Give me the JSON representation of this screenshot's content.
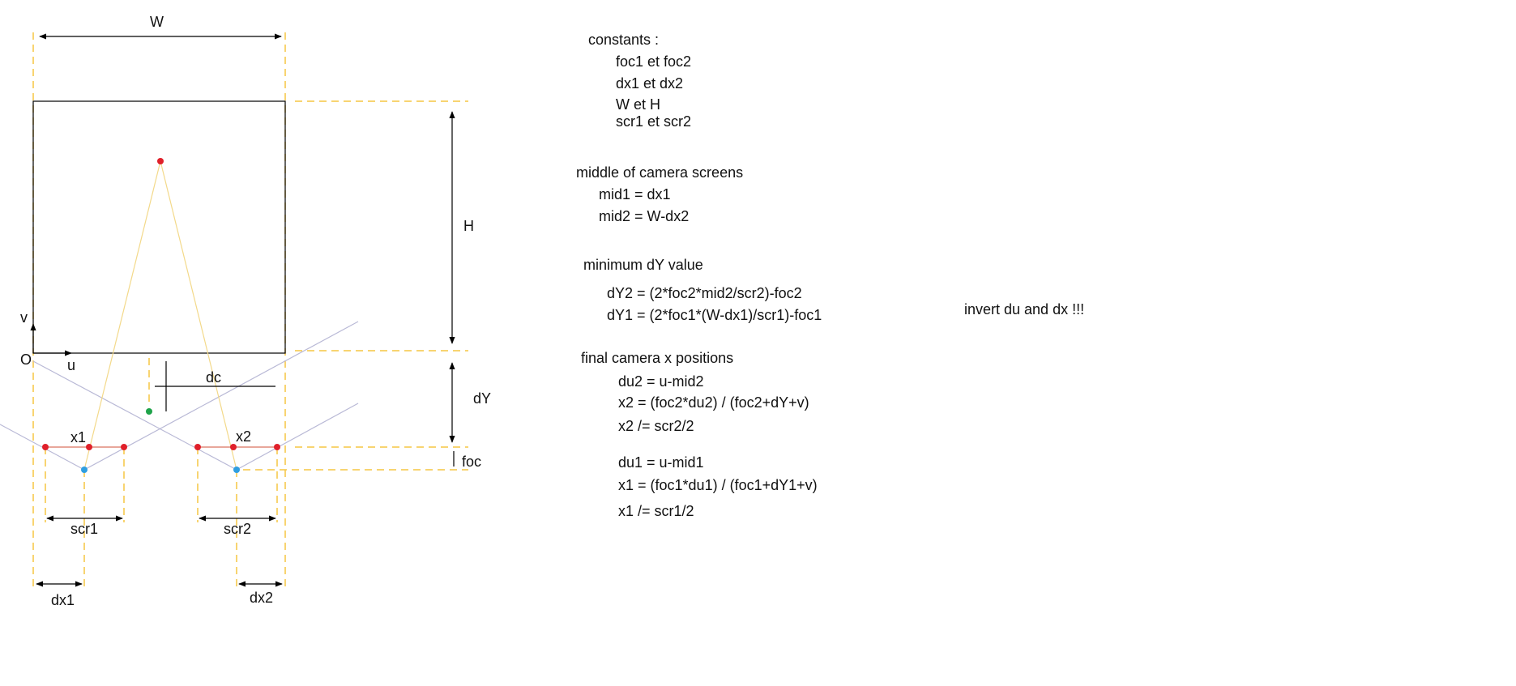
{
  "diagram": {
    "labels": {
      "W": "W",
      "H": "H",
      "dY": "dY",
      "foc": "foc",
      "v": "v",
      "u": "u",
      "O": "O",
      "dc": "dc",
      "x1": "x1",
      "x2": "x2",
      "scr1": "scr1",
      "scr2": "scr2",
      "dx1": "dx1",
      "dx2": "dx2"
    },
    "colors": {
      "guide": "#f5c542",
      "ray": "#f3d98a",
      "view": "#b9b9d6",
      "screen": "#e08a7a",
      "point_red": "#e0202a",
      "point_blue": "#2f9ee0",
      "point_green": "#1fa34a",
      "line": "#000000"
    }
  },
  "notes": {
    "constants_title": "constants :",
    "constants": [
      "foc1 et foc2",
      "dx1 et dx2",
      "W et H",
      "scr1 et scr2"
    ],
    "middle_title": "middle of camera screens",
    "middle": [
      "mid1 = dx1",
      "mid2 = W-dx2"
    ],
    "min_title": "minimum dY value",
    "min": [
      "dY2 = (2*foc2*mid2/scr2)-foc2",
      "dY1 = (2*foc1*(W-dx1)/scr1)-foc1"
    ],
    "final_title": "final camera x positions",
    "final_a": [
      "du2 = u-mid2",
      "x2 = (foc2*du2) / (foc2+dY+v)",
      "x2 /= scr2/2"
    ],
    "final_b": [
      "du1 = u-mid1",
      "x1 = (foc1*du1) / (foc1+dY1+v)",
      "x1 /= scr1/2"
    ],
    "remark": "invert du and dx !!!"
  }
}
